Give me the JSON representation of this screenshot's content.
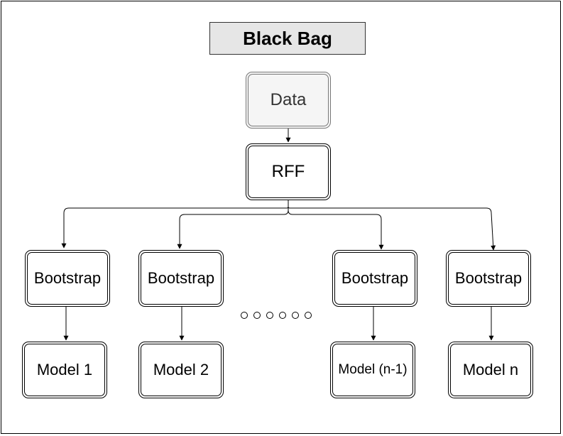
{
  "diagram": {
    "title": "Black Bag",
    "data_node": "Data",
    "rff_node": "RFF",
    "bootstraps": [
      {
        "label": "Bootstrap"
      },
      {
        "label": "Bootstrap"
      },
      {
        "label": "Bootstrap"
      },
      {
        "label": "Bootstrap"
      }
    ],
    "models": [
      {
        "label": "Model 1"
      },
      {
        "label": "Model 2"
      },
      {
        "label": "Model (n-1)"
      },
      {
        "label": "Model n"
      }
    ],
    "ellipsis": "oooooo"
  }
}
